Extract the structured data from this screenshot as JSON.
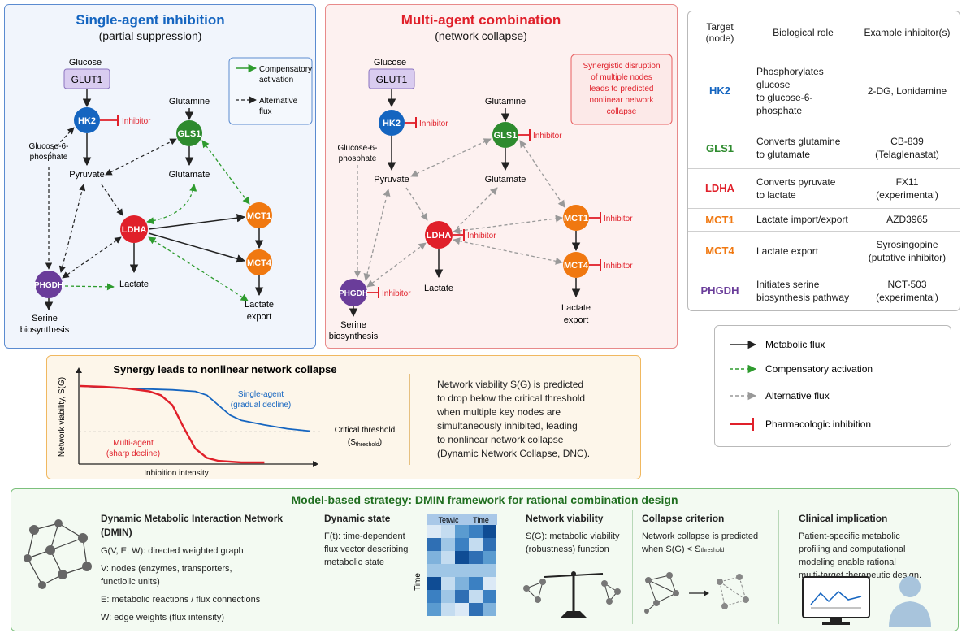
{
  "colors": {
    "blue": "#1565c0",
    "green": "#2e8b2e",
    "red": "#e0202a",
    "orange": "#f07810",
    "purple": "#6a3d9a",
    "glut": "#d9ccf0"
  },
  "single": {
    "title": "Single-agent inhibition",
    "subtitle": "(partial suppression)",
    "glucose": "Glucose",
    "glut1": "GLUT1",
    "glutamine": "Glutamine",
    "g6p_1": "Glucose-6-",
    "g6p_2": "phosphate",
    "pyruvate": "Pyruvate",
    "glutamate": "Glutamate",
    "lactate": "Lactate",
    "serine_1": "Serine",
    "serine_2": "biosynthesis",
    "lacexp_1": "Lactate",
    "lacexp_2": "export",
    "inhibitor": "Inhibitor",
    "legend_comp_1": "Compensatory",
    "legend_comp_2": "activation",
    "legend_alt_1": "Alternative",
    "legend_alt_2": "flux"
  },
  "multi": {
    "title": "Multi-agent combination",
    "subtitle": "(network collapse)",
    "note_1": "Synergistic disruption",
    "note_2": "of multiple nodes",
    "note_3": "leads to predicted",
    "note_4": "nonlinear network",
    "note_5": "collapse",
    "inhibitor": "Inhibitor"
  },
  "nodes": {
    "hk2": "HK2",
    "gls1": "GLS1",
    "ldha": "LDHA",
    "mct1": "MCT1",
    "mct4": "MCT4",
    "phgdh": "PHGDH"
  },
  "table": {
    "headers": [
      "Target\n(node)",
      "Biological role",
      "Example inhibitor(s)"
    ],
    "h1a": "Target",
    "h1b": "(node)",
    "h2": "Biological role",
    "h3": "Example inhibitor(s)",
    "rows": [
      {
        "target": "HK2",
        "role_1": "Phosphorylates glucose",
        "role_2": "to glucose-6-phosphate",
        "inh_1": "2-DG, Lonidamine",
        "inh_2": ""
      },
      {
        "target": "GLS1",
        "role_1": "Converts glutamine",
        "role_2": "to glutamate",
        "inh_1": "CB-839",
        "inh_2": "(Telaglenastat)"
      },
      {
        "target": "LDHA",
        "role_1": "Converts pyruvate",
        "role_2": "to lactate",
        "inh_1": "FX11",
        "inh_2": "(experimental)"
      },
      {
        "target": "MCT1",
        "role_1": "Lactate import/export",
        "role_2": "",
        "inh_1": "AZD3965",
        "inh_2": ""
      },
      {
        "target": "MCT4",
        "role_1": "Lactate export",
        "role_2": "",
        "inh_1": "Syrosingopine",
        "inh_2": "(putative inhibitor)"
      },
      {
        "target": "PHGDH",
        "role_1": "Initiates serine",
        "role_2": "biosynthesis pathway",
        "inh_1": "NCT-503",
        "inh_2": "(experimental)"
      }
    ]
  },
  "legend": {
    "metabolic": "Metabolic flux",
    "comp": "Compensatory activation",
    "alt": "Alternative flux",
    "pharm": "Pharmacologic inhibition"
  },
  "chart_data": {
    "type": "line",
    "title": "Synergy leads to nonlinear network collapse",
    "xlabel": "Inhibition intensity",
    "ylabel": "Network viability, S(G)",
    "threshold_label_1": "Critical threshold",
    "threshold_label_2": "(S",
    "threshold_sub": "threshold",
    "threshold_label_3": ")",
    "threshold": 0.4,
    "series": [
      {
        "name": "Single-agent",
        "note": "(gradual decline)",
        "color": "#1565c0",
        "x": [
          0,
          0.1,
          0.2,
          0.3,
          0.4,
          0.5,
          0.55,
          0.6,
          0.65,
          0.7,
          0.8,
          0.9,
          1.0
        ],
        "y": [
          1.0,
          0.98,
          0.97,
          0.96,
          0.95,
          0.93,
          0.88,
          0.75,
          0.62,
          0.55,
          0.49,
          0.44,
          0.41
        ]
      },
      {
        "name": "Multi-agent",
        "note": "(sharp decline)",
        "color": "#e0202a",
        "x": [
          0,
          0.1,
          0.2,
          0.3,
          0.35,
          0.4,
          0.45,
          0.5,
          0.55,
          0.6,
          0.7,
          0.8
        ],
        "y": [
          1.0,
          0.99,
          0.97,
          0.93,
          0.88,
          0.75,
          0.45,
          0.18,
          0.06,
          0.02,
          0.0,
          0.0
        ]
      }
    ],
    "description": "Network viability S(G) is predicted to drop below the critical threshold when multiple key nodes are simultaneously inhibited, leading to nonlinear network collapse (Dynamic Network Collapse, DNC).",
    "desc_lines": [
      "Network viability S(G) is predicted",
      "to drop below the critical threshold",
      "when multiple key nodes are",
      "simultaneously inhibited, leading",
      "to nonlinear network collapse",
      "(Dynamic Network Collapse, DNC)."
    ]
  },
  "strategy": {
    "title": "Model-based strategy: DMIN framework for rational combination design",
    "dmin_head": "Dynamic Metabolic Interaction Network (DMIN)",
    "dmin_lines": [
      "G(V, E, W): directed weighted graph",
      "V: nodes (enzymes, transporters,",
      "functiolic units)",
      "E: metabolic reactions / flux connections",
      "W: edge weights (flux intensity)"
    ],
    "state_head": "Dynamic state",
    "state_lines": [
      "F(t): time-dependent",
      "flux vector describing",
      "metabolic state"
    ],
    "heat_labels": [
      "Tetwic",
      "Time"
    ],
    "heat_axis": "Time",
    "via_head": "Network viability",
    "via_lines": [
      "S(G): metabolic viability",
      "(robustness) function"
    ],
    "col_head": "Collapse criterion",
    "col_lines": [
      "Network collapse is predicted",
      "when S(G) < S"
    ],
    "col_sub": "threshold",
    "clin_head": "Clinical implication",
    "clin_lines": [
      "Patient-specific metabolic",
      "profiling and computational",
      "modeling enable rational",
      "multi-target therapeutic design."
    ]
  }
}
